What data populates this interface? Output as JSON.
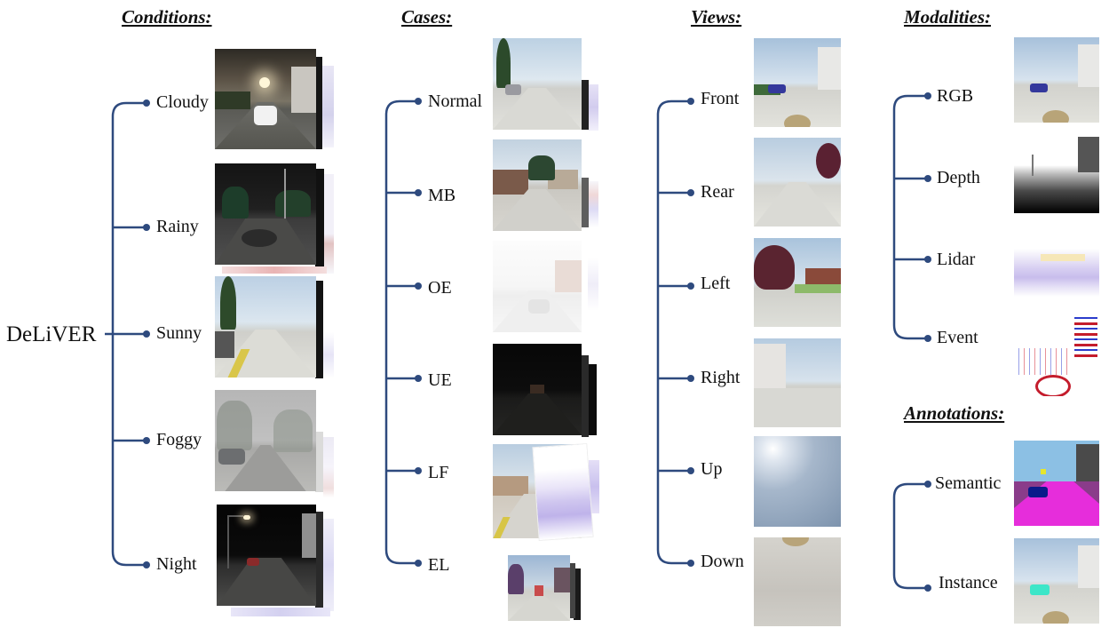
{
  "root": {
    "label": "DeLiVER"
  },
  "sections": {
    "conditions": {
      "title": "Conditions:",
      "items": [
        "Cloudy",
        "Rainy",
        "Sunny",
        "Foggy",
        "Night"
      ]
    },
    "cases": {
      "title": "Cases:",
      "items": [
        "Normal",
        "MB",
        "OE",
        "UE",
        "LF",
        "EL"
      ]
    },
    "views": {
      "title": "Views:",
      "items": [
        "Front",
        "Rear",
        "Left",
        "Right",
        "Up",
        "Down"
      ]
    },
    "modalities": {
      "title": "Modalities:",
      "items": [
        "RGB",
        "Depth",
        "Lidar",
        "Event"
      ]
    },
    "annotations": {
      "title": "Annotations:",
      "items": [
        "Semantic",
        "Instance"
      ]
    }
  },
  "colors": {
    "connector": "#2e4a7e",
    "text": "#111111"
  }
}
